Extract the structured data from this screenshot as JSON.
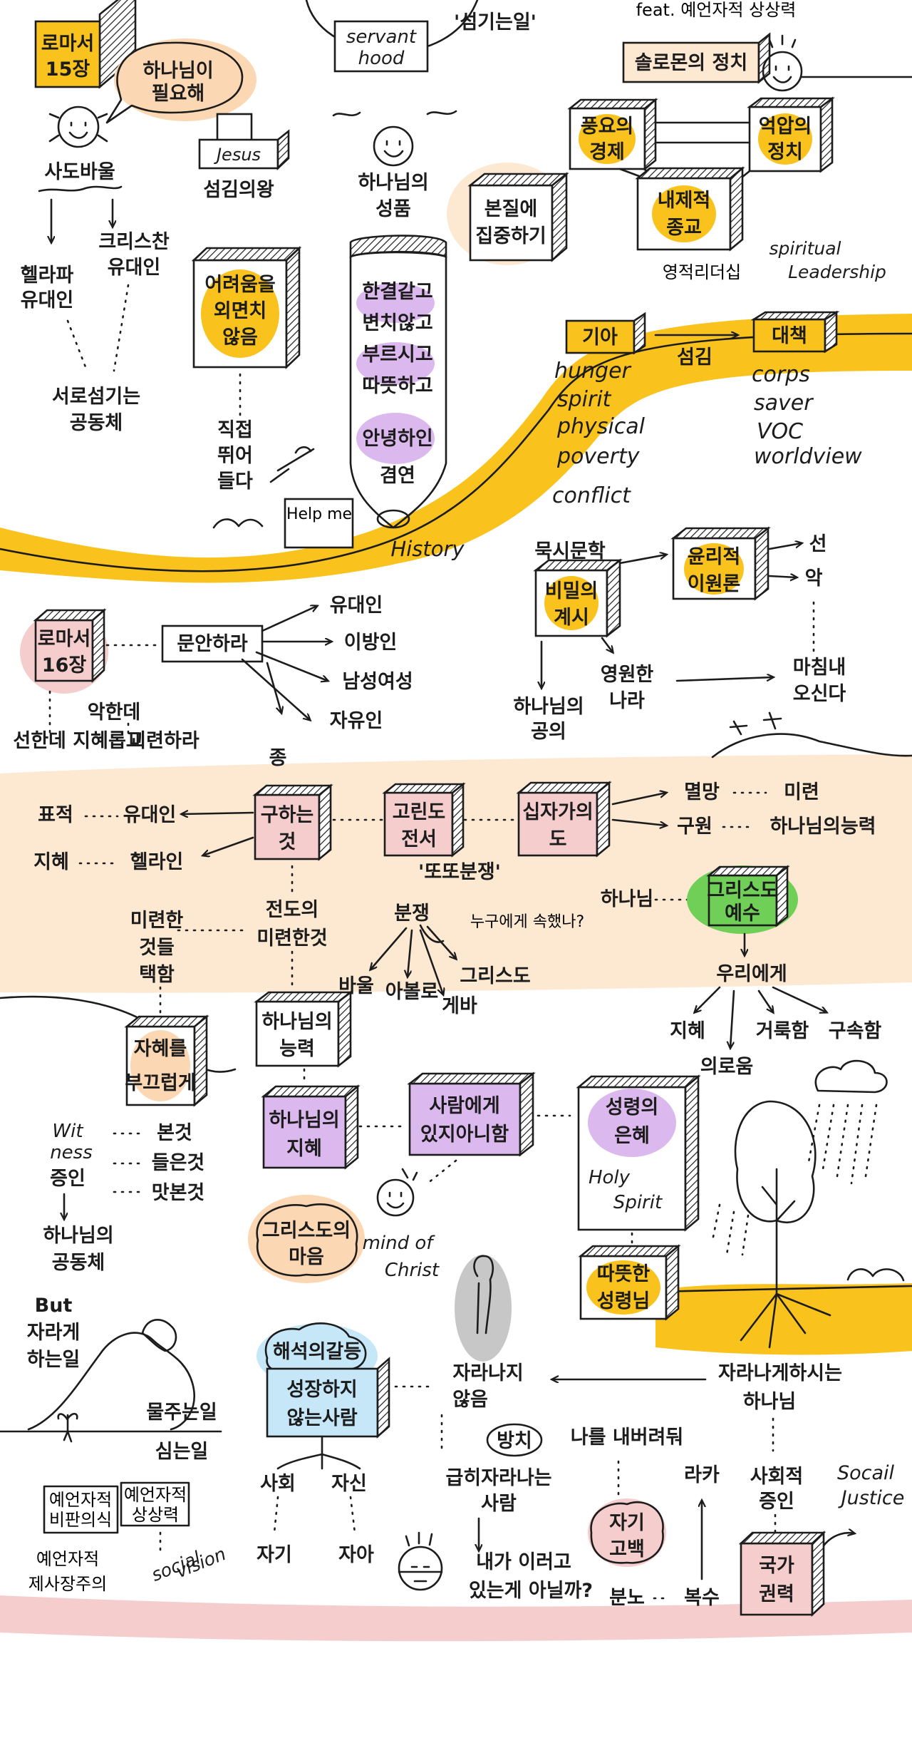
{
  "colors": {
    "yellow": "#f9c21c",
    "peach": "#fde8d2",
    "orange_blob": "#fbd7b3",
    "purple": "#dbb9ee",
    "pink": "#f6cdcd",
    "green": "#6fcf57",
    "blue": "#c6e7f8",
    "gray": "#c7c7c7"
  },
  "header": {
    "feat": "feat. 예언자적 상상력",
    "servanthood_1": "servant",
    "servanthood_2": "hood",
    "serving": "'섬기는일'"
  },
  "top_left": {
    "romans15_1": "로마서",
    "romans15_2": "15장",
    "need_god_1": "하나님이",
    "need_god_2": "필요해",
    "jesus": "Jesus",
    "king_of_politics": "섬김의왕",
    "paul": "사도바울",
    "greek_jews_1": "헬라파",
    "greek_jews_2": "유대인",
    "christian_jews_1": "크리스찬",
    "christian_jews_2": "유대인",
    "community_1": "서로섬기는",
    "community_2": "공동체",
    "not_avoid_1": "어려움을",
    "not_avoid_2": "외면치",
    "not_avoid_3": "않음",
    "jump_in_1": "직접",
    "jump_in_2": "뛰어",
    "jump_in_3": "들다",
    "help_me": "Help me"
  },
  "top_center": {
    "gods_character_1": "하나님의",
    "gods_character_2": "성품",
    "focus_1": "본질에",
    "focus_2": "집중하기",
    "bottle": [
      "한결같고",
      "변치않고",
      "부르시고",
      "따뜻하고",
      "안녕하인",
      "겸연"
    ],
    "history": "History"
  },
  "top_right": {
    "solomon": "솔로몬의 정치",
    "affluence_1": "풍요의",
    "affluence_2": "경제",
    "oppression_1": "억압의",
    "oppression_2": "정치",
    "religion_1": "내제적",
    "religion_2": "종교",
    "spiritual_leadership_kr": "영적리더십",
    "spiritual_leadership_1": "spiritual",
    "spiritual_leadership_2": "Leadership"
  },
  "needs": {
    "hunger_box": "기아",
    "words": [
      "hunger",
      "spirit",
      "physical",
      "poverty",
      "conflict"
    ],
    "serving": "섬김",
    "plan_box": "대책",
    "plans": [
      "corps",
      "saver",
      "VOC",
      "worldview"
    ]
  },
  "middle_left": {
    "romans16_1": "로마서",
    "romans16_2": "16장",
    "greet": "문안하라",
    "greet_targets": [
      "유대인",
      "이방인",
      "남성여성",
      "자유인"
    ],
    "slave": "종",
    "toward_evil": "악한데",
    "wise_in_good": "선한데 지혜롭고",
    "simple": "미련하라"
  },
  "middle_right": {
    "revealed": "묵시문학",
    "secret_1": "비밀의",
    "secret_2": "계시",
    "ethical_1": "윤리적",
    "ethical_2": "이원론",
    "good": "선",
    "evil": "악",
    "finally_1": "마침내",
    "finally_2": "오신다",
    "justice_1": "하나님의",
    "justice_2": "공의",
    "eternal_1": "영원한",
    "eternal_2": "나라"
  },
  "corinthians": {
    "seek_1": "구하는",
    "seek_2": "것",
    "corinth_1": "고린도",
    "corinth_2": "전서",
    "cross_1": "십자가의",
    "cross_2": "도",
    "signs": "표적",
    "jews": "유대인",
    "wisdom": "지혜",
    "greeks": "헬라인",
    "perish": "멸망",
    "foolish": "미련",
    "saved": "구원",
    "power": "하나님의능력",
    "quarrels": "'또또분쟁'",
    "dispute": "분쟁",
    "who_belong": "누구에게 속했나?",
    "paul": "바울",
    "apollos": "아볼로",
    "cephas": "게바",
    "christ": "그리스도",
    "preaching_1": "전도의",
    "preaching_2": "미련한것",
    "choose_1": "미련한",
    "choose_2": "것들",
    "choose_3": "택함",
    "god": "하나님",
    "christ_jesus_1": "그리스도",
    "christ_jesus_2": "예수",
    "to_us": "우리에게",
    "gifts": [
      "지혜",
      "의로움",
      "거룩함",
      "구속함"
    ],
    "god_power_1": "하나님의",
    "god_power_2": "능력",
    "ashamed_1": "자혜를",
    "ashamed_2": "부끄럽게"
  },
  "lower": {
    "god_wisdom_1": "하나님의",
    "god_wisdom_2": "지혜",
    "not_in_man_1": "사람에게",
    "not_in_man_2": "있지아니함",
    "spirit_grace_1": "성령의",
    "spirit_grace_2": "은혜",
    "holy_spirit_1": "Holy",
    "holy_spirit_2": "Spirit",
    "witness_1": "Wit",
    "witness_2": "ness",
    "witness_kr": "증인",
    "seen": "본것",
    "heard": "들은것",
    "tasted": "맛본것",
    "god_community_1": "하나님의",
    "god_community_2": "공동체",
    "mind_kr_1": "그리스도의",
    "mind_kr_2": "마음",
    "mind_of_christ_1": "mind of",
    "mind_of_christ_2": "Christ",
    "warm_spirit_1": "따뜻한",
    "warm_spirit_2": "성령님"
  },
  "bottom": {
    "but": "But",
    "grow_work_1": "자라게",
    "grow_work_2": "하는일",
    "water": "물주는일",
    "plant": "심는일",
    "prophetic_1": "예언자적",
    "prophetic_2": "비판의식",
    "prophetic_3": "예언자적",
    "prophetic_4": "상상력",
    "prophetic_5": "예언자적",
    "prophetic_6": "제사장주의",
    "social_vision_1": "social",
    "social_vision_2": "vision",
    "interpret": "해석의갈등",
    "not_grown_1": "성장하지",
    "not_grown_2": "않는사람",
    "society": "사회",
    "self": "자신",
    "self_a": "자기",
    "self_b": "자아",
    "not_growing_1": "자라나지",
    "not_growing_2": "않음",
    "neglect": "방치",
    "abandon": "나를 내버려둬",
    "hasty_1": "급히자라나는",
    "hasty_2": "사람",
    "what_am_i_1": "내가 이러고",
    "what_am_i_2": "있는게 아닐까?",
    "confess_1": "자기",
    "confess_2": "고백",
    "anger": "분노",
    "revenge": "복수",
    "raka": "라카",
    "god_grows_1": "자라나게하시는",
    "god_grows_2": "하나님",
    "social_witness_1": "사회적",
    "social_witness_2": "증인",
    "social_justice_1": "Socail",
    "social_justice_2": "Justice",
    "state_power_1": "국가",
    "state_power_2": "권력"
  }
}
